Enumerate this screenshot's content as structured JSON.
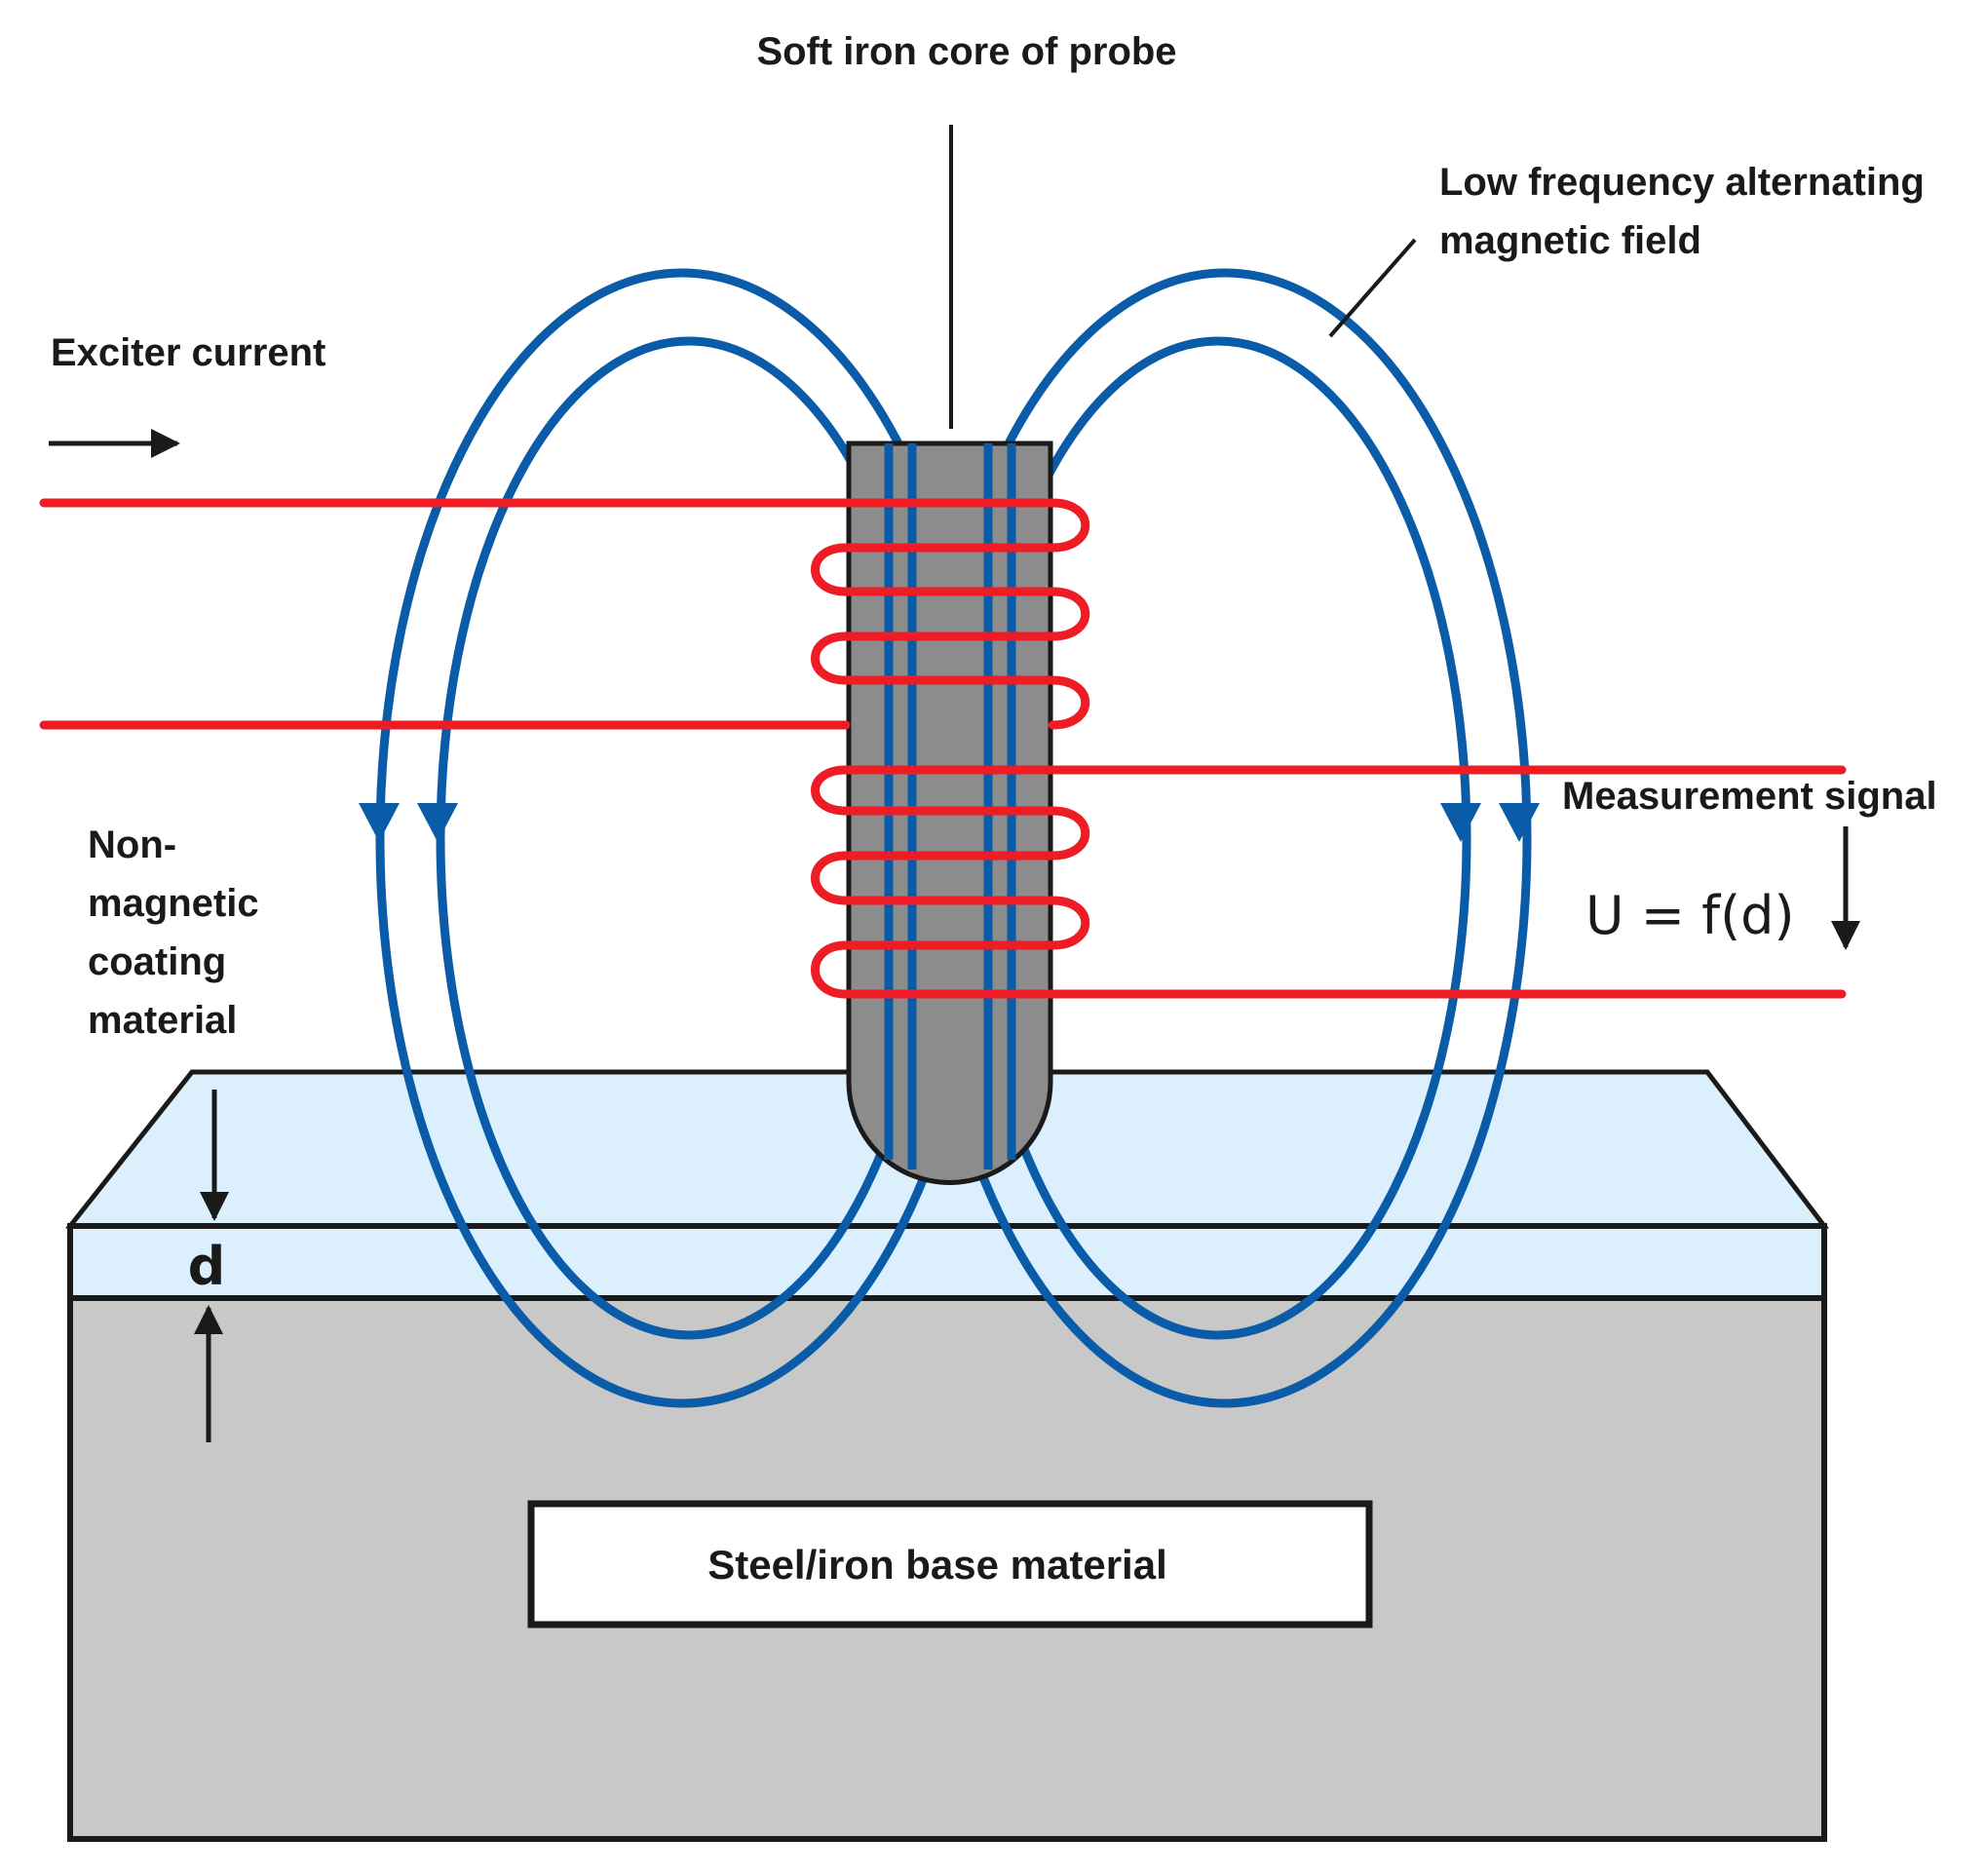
{
  "labels": {
    "core": "Soft iron core of probe",
    "field_line1": "Low frequency alternating",
    "field_line2": "magnetic field",
    "exciter": "Exciter current",
    "measurement": "Measurement signal",
    "formula": "U = f(d)",
    "coating_line1": "Non-",
    "coating_line2": "magnetic",
    "coating_line3": "coating",
    "coating_line4": "material",
    "thickness": "d",
    "base": "Steel/iron base material"
  },
  "colors": {
    "field_lines": "#0a5ca8",
    "coil_wire": "#ee1c24",
    "probe_core": "#8c8c8c",
    "coating": "#dbeffd",
    "base_material": "#c8c8c8",
    "outline": "#1a1a1a"
  }
}
